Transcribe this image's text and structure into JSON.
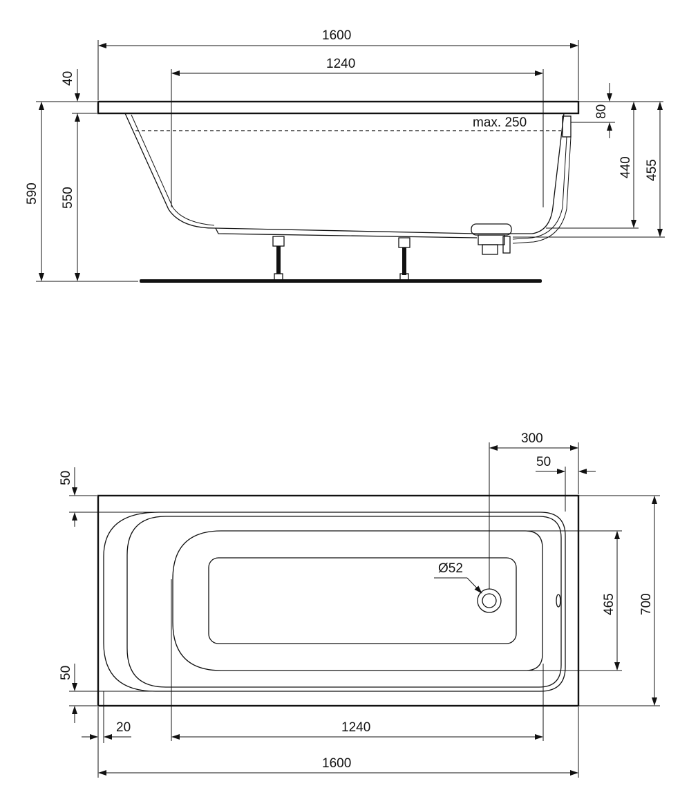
{
  "side_view": {
    "overall_length": "1600",
    "inner_length": "1240",
    "rim_thickness": "40",
    "total_height": "590",
    "tub_height": "550",
    "max_water_label": "max. 250",
    "waste_offset": "80",
    "waste_height_440": "440",
    "waste_height_455": "455"
  },
  "top_view": {
    "waste_from_end": "300",
    "overflow_from_end": "50",
    "rim_top": "50",
    "rim_bottom": "50",
    "inner_width": "465",
    "overall_width": "700",
    "waste_diameter": "Ø52",
    "edge_offset": "20",
    "inner_length": "1240",
    "overall_length": "1600"
  }
}
